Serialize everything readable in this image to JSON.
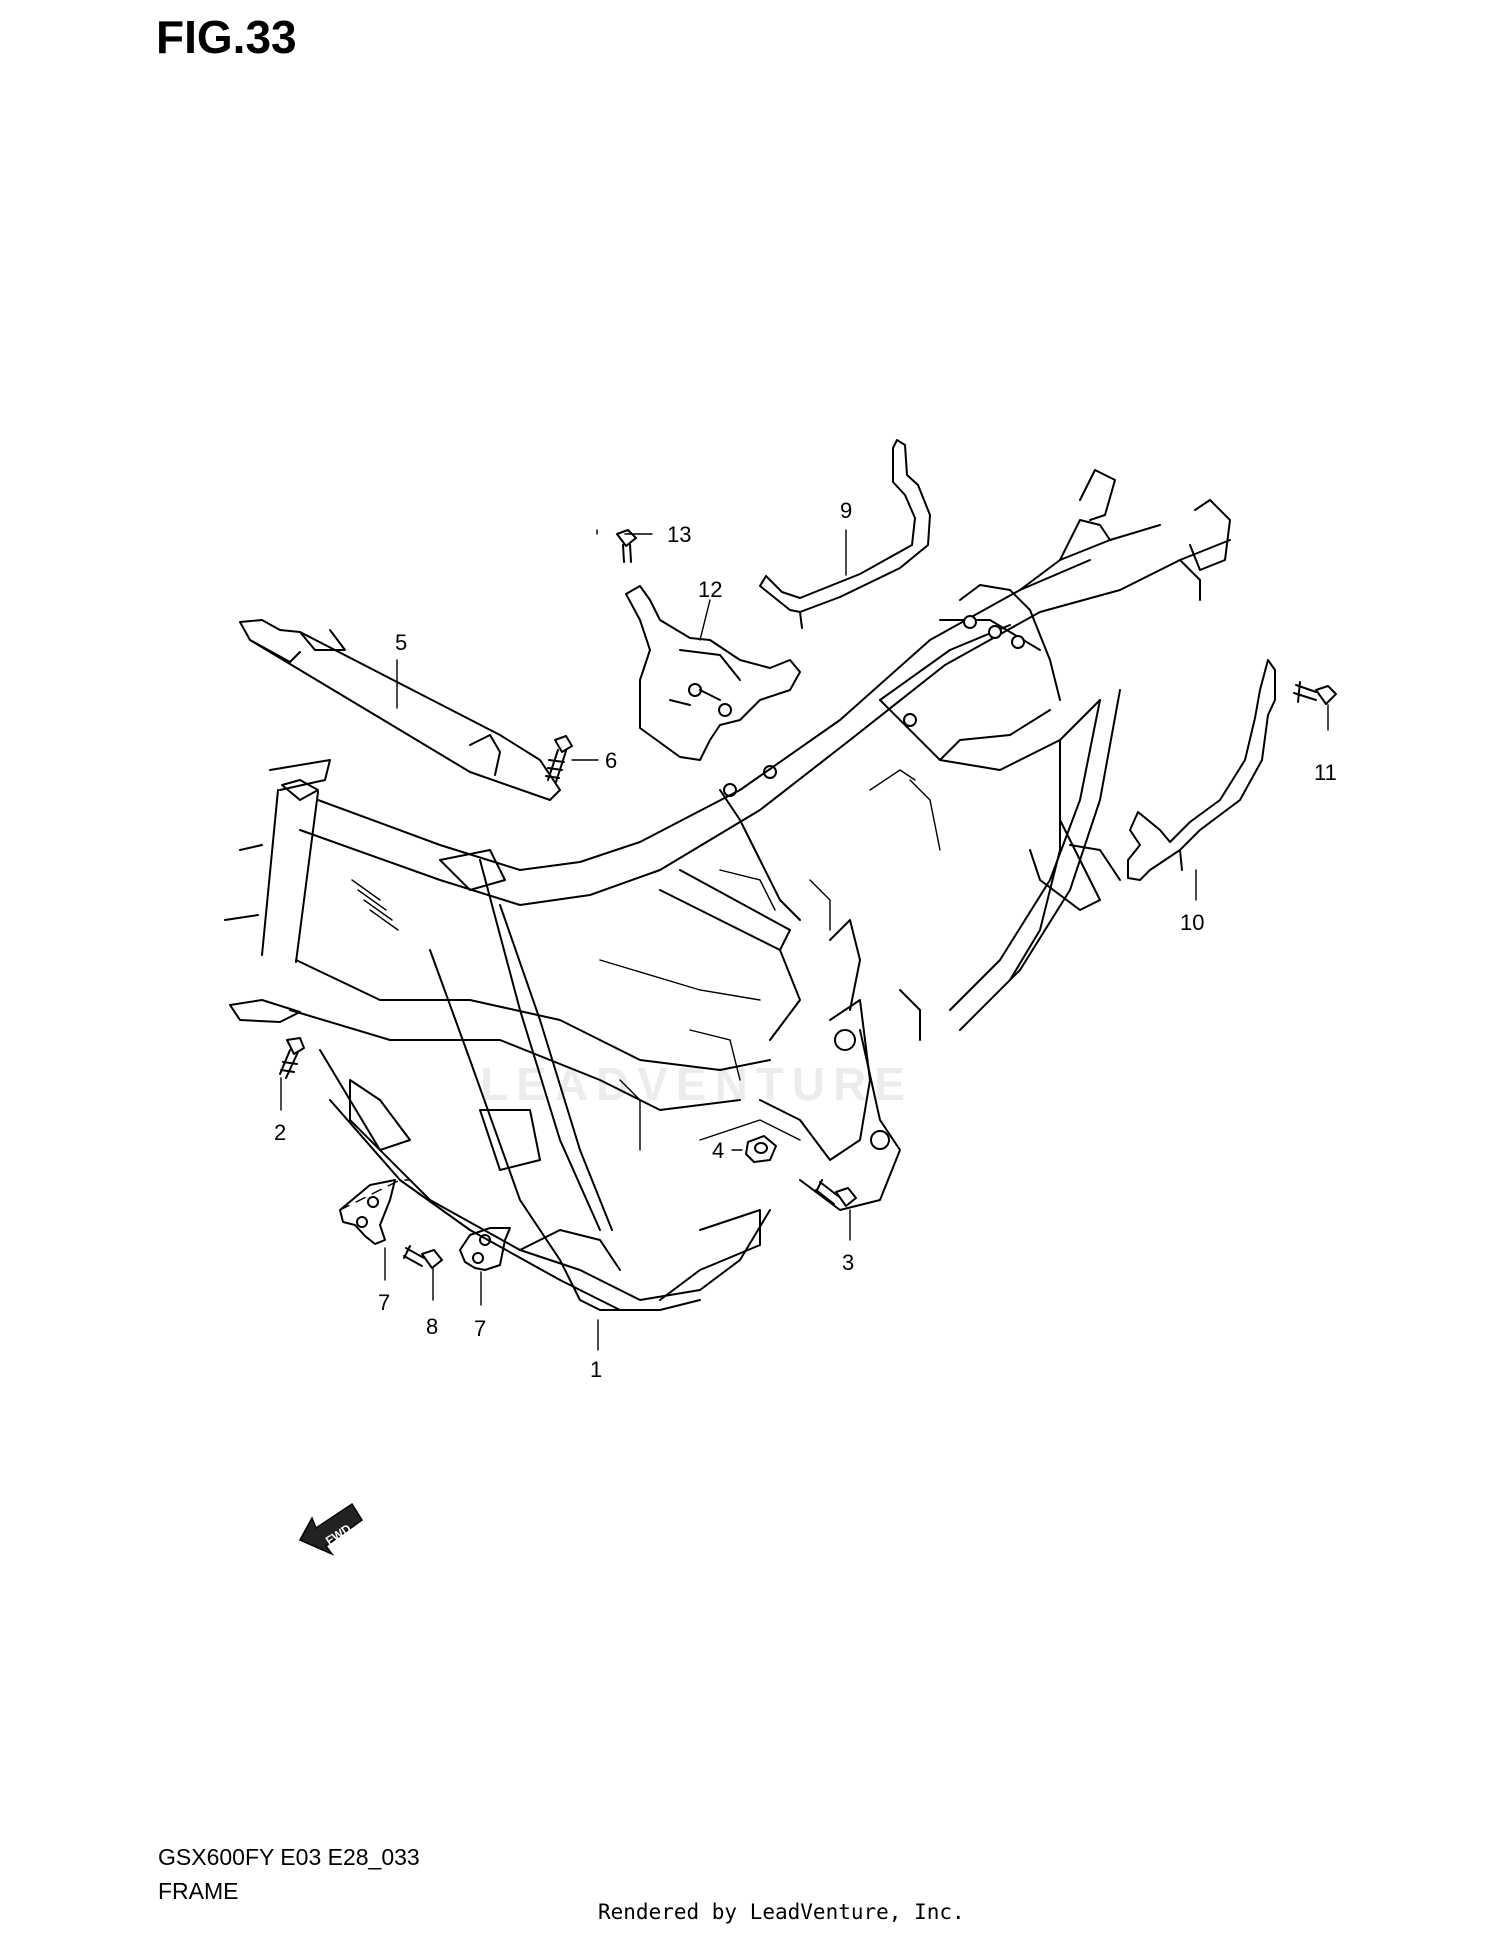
{
  "figure": {
    "title": "FIG.33",
    "model_code": "GSX600FY  E03  E28_033",
    "section_name": "FRAME",
    "credit": "Rendered by LeadVenture, Inc.",
    "watermark": "LEADVENTURE",
    "fwd_label": "FWD"
  },
  "callouts": [
    {
      "id": "1",
      "label": "1"
    },
    {
      "id": "2",
      "label": "2"
    },
    {
      "id": "3",
      "label": "3"
    },
    {
      "id": "4",
      "label": "4"
    },
    {
      "id": "5",
      "label": "5"
    },
    {
      "id": "6",
      "label": "6"
    },
    {
      "id": "7a",
      "label": "7"
    },
    {
      "id": "7b",
      "label": "7"
    },
    {
      "id": "8",
      "label": "8"
    },
    {
      "id": "9",
      "label": "9"
    },
    {
      "id": "10",
      "label": "10"
    },
    {
      "id": "11",
      "label": "11"
    },
    {
      "id": "12",
      "label": "12"
    },
    {
      "id": "13",
      "label": "13"
    }
  ],
  "colors": {
    "line": "#000000",
    "background": "#ffffff",
    "watermark": "#ececec"
  }
}
